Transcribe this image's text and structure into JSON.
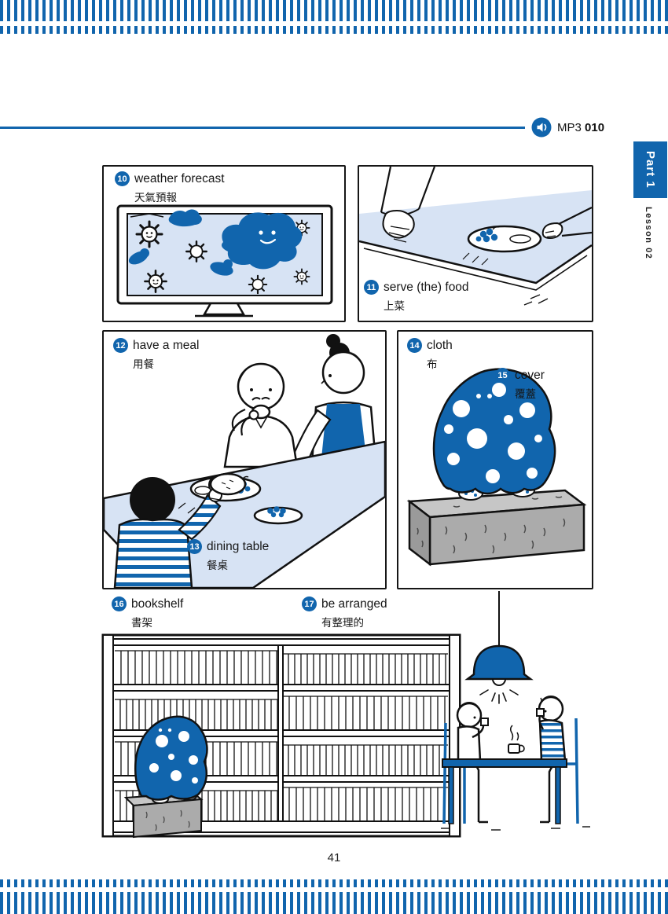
{
  "header": {
    "audio_label": "MP3",
    "audio_track": "010"
  },
  "sidebar": {
    "part": "Part 1",
    "lesson": "Lesson 02"
  },
  "vocab": [
    {
      "num": "10",
      "en": "weather forecast",
      "zh": "天氣預報"
    },
    {
      "num": "11",
      "en": "serve (the) food",
      "zh": "上菜"
    },
    {
      "num": "12",
      "en": "have a meal",
      "zh": "用餐"
    },
    {
      "num": "13",
      "en": "dining table",
      "zh": "餐桌"
    },
    {
      "num": "14",
      "en": "cloth",
      "zh": "布"
    },
    {
      "num": "15",
      "en": "cover",
      "zh": "覆蓋"
    },
    {
      "num": "16",
      "en": "bookshelf",
      "zh": "書架"
    },
    {
      "num": "17",
      "en": "be arranged",
      "zh": "有整理的"
    }
  ],
  "footer": {
    "page_number": "41"
  },
  "colors": {
    "accent_blue": "#1165ad",
    "light_blue": "#d7e3f4",
    "stone_gray": "#ababab"
  }
}
